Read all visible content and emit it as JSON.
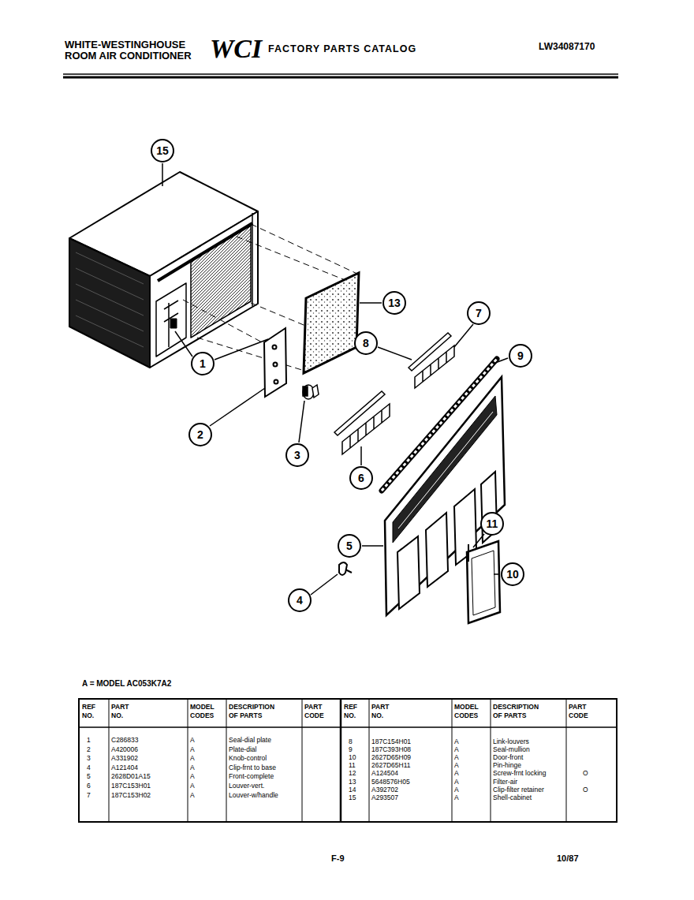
{
  "diagram": {
    "nodes": [
      {
        "text": [
          "15"
        ]
      },
      {
        "text": [
          "13"
        ]
      },
      {
        "text": [
          "7"
        ]
      },
      {
        "text": [
          "8"
        ]
      },
      {
        "text": [
          "9"
        ]
      },
      {
        "text": [
          "1"
        ]
      },
      {
        "text": [
          "2"
        ]
      },
      {
        "text": [
          "3"
        ]
      },
      {
        "text": [
          "6"
        ]
      },
      {
        "text": [
          "5"
        ]
      },
      {
        "text": [
          "11"
        ]
      },
      {
        "text": [
          "10"
        ]
      },
      {
        "text": [
          "4"
        ]
      }
    ],
    "labels": [
      "WHITE-WESTINGHOUSE ROOM AIR CONDITIONER",
      "WCI",
      "FACTORY PARTS CATALOG",
      "LW34087170",
      "A = MODEL AC053K7A2",
      "REF NO.",
      "PART NO.",
      "MODEL CODES",
      "DESCRIPTION OF PARTS",
      "PART CODE",
      "REF NO.",
      "PART NO.",
      "MODEL CODES",
      "DESCRIPTION OF PARTS",
      "PART CODE",
      "1",
      "C286833",
      "A",
      "Seal-dial plate",
      "2",
      "A420006",
      "A",
      "Plate-dial",
      "3",
      "A331902",
      "A",
      "Knob-control",
      "4",
      "A121404",
      "A",
      "Clip-frnt to base",
      "5",
      "2628D01A15",
      "A",
      "Front-complete",
      "6",
      "187C153H01",
      "A",
      "Louver-vert.",
      "7",
      "187C153H02",
      "A",
      "Louver-w/handle",
      "8",
      "187C154H01",
      "A",
      "Link-louvers",
      "9",
      "187C393H08",
      "A",
      "Seal-mullion",
      "10",
      "2627D65H09",
      "A",
      "Door-front",
      "11",
      "2627D65H11",
      "A",
      "Pin-hinge",
      "12",
      "A124504",
      "A",
      "Screw-frnt locking",
      "O",
      "13",
      "5648576H05",
      "A",
      "Filter-air",
      "14",
      "A392702",
      "A",
      "Clip-filter retainer",
      "O",
      "15",
      "A293507",
      "A",
      "Shell-cabinet",
      "F-9",
      "10/87"
    ]
  }
}
